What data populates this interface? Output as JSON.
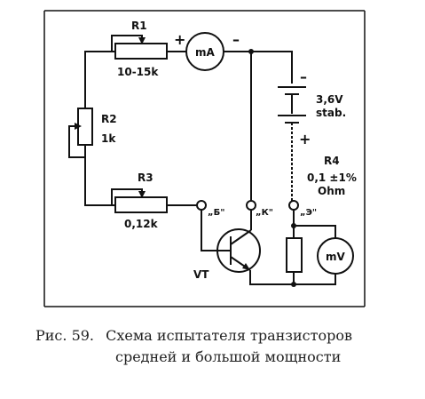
{
  "components": {
    "r1": {
      "name": "R1",
      "value": "10-15k"
    },
    "r2": {
      "name": "R2",
      "value": "1k"
    },
    "r3": {
      "name": "R3",
      "value": "0,12k"
    },
    "r4": {
      "name": "R4",
      "value_line1": "0,1 ±1%",
      "value_line2": "Ohm"
    },
    "battery": {
      "voltage": "3,6V",
      "note": "stab.",
      "minus": "–",
      "plus": "+"
    },
    "milliammeter": {
      "label": "mA",
      "plus": "+",
      "minus": "–"
    },
    "millivoltmeter": {
      "label": "mV"
    },
    "transistor": {
      "label": "VT"
    },
    "terminals": {
      "base": "„Б\"",
      "collector": "„К\"",
      "emitter": "„Э\""
    }
  },
  "caption": {
    "figure": "Рис. 59.",
    "line1": "Схема испытателя транзисторов",
    "line2": "средней и большой мощности"
  }
}
